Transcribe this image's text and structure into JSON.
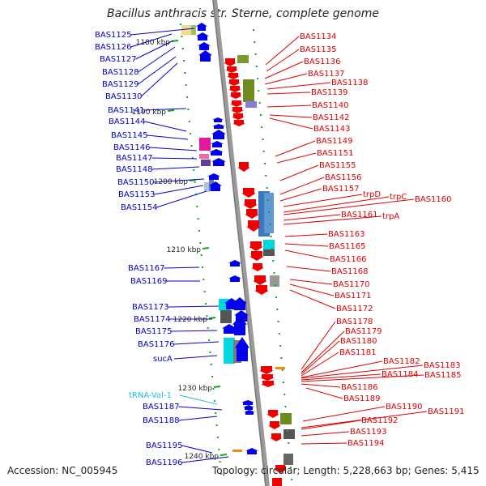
{
  "title": "Bacillus anthracis str. Sterne, complete genome",
  "accession": "Accession: NC_005945",
  "summary": "Topology: circular; Length: 5,228,663 bp; Genes: 5,415",
  "colors": {
    "left_label": "#0000cc",
    "right_label": "#dd0000",
    "trna_label": "#22bbdd",
    "backbone": "#909090",
    "tick": "#11aa11"
  },
  "ruler_labels": [
    "1180 kbp",
    "1190 kbp",
    "1200 kbp",
    "1210 kbp",
    "1220 kbp",
    "1230 kbp",
    "1240 kbp"
  ],
  "left_labels": [
    "BAS1125",
    "BAS1126",
    "BAS1127",
    "BAS1128",
    "BAS1129",
    "BAS1130",
    "BAS1141",
    "BAS1144",
    "BAS1145",
    "BAS1146",
    "BAS1147",
    "BAS1148",
    "BAS1150",
    "BAS1153",
    "BAS1154",
    "BAS1167",
    "BAS1169",
    "BAS1173",
    "BAS1174",
    "BAS1175",
    "BAS1176",
    "sucA",
    "tRNA-Val-1",
    "BAS1187",
    "BAS1188",
    "BAS1195",
    "BAS1196"
  ],
  "right_labels": [
    "BAS1134",
    "BAS1135",
    "BAS1136",
    "BAS1137",
    "BAS1138",
    "BAS1139",
    "BAS1140",
    "BAS1142",
    "BAS1143",
    "BAS1149",
    "BAS1151",
    "BAS1155",
    "BAS1156",
    "BAS1157",
    "trpD",
    "trpC",
    "BAS1160",
    "BAS1161",
    "trpA",
    "BAS1163",
    "BAS1165",
    "BAS1166",
    "BAS1168",
    "BAS1170",
    "BAS1171",
    "BAS1172",
    "BAS1178",
    "BAS1179",
    "BAS1180",
    "BAS1181",
    "BAS1182",
    "BAS1183",
    "BAS1184",
    "BAS1185",
    "BAS1186",
    "BAS1189",
    "BAS1190",
    "BAS1191",
    "BAS1192",
    "BAS1193",
    "BAS1194"
  ]
}
